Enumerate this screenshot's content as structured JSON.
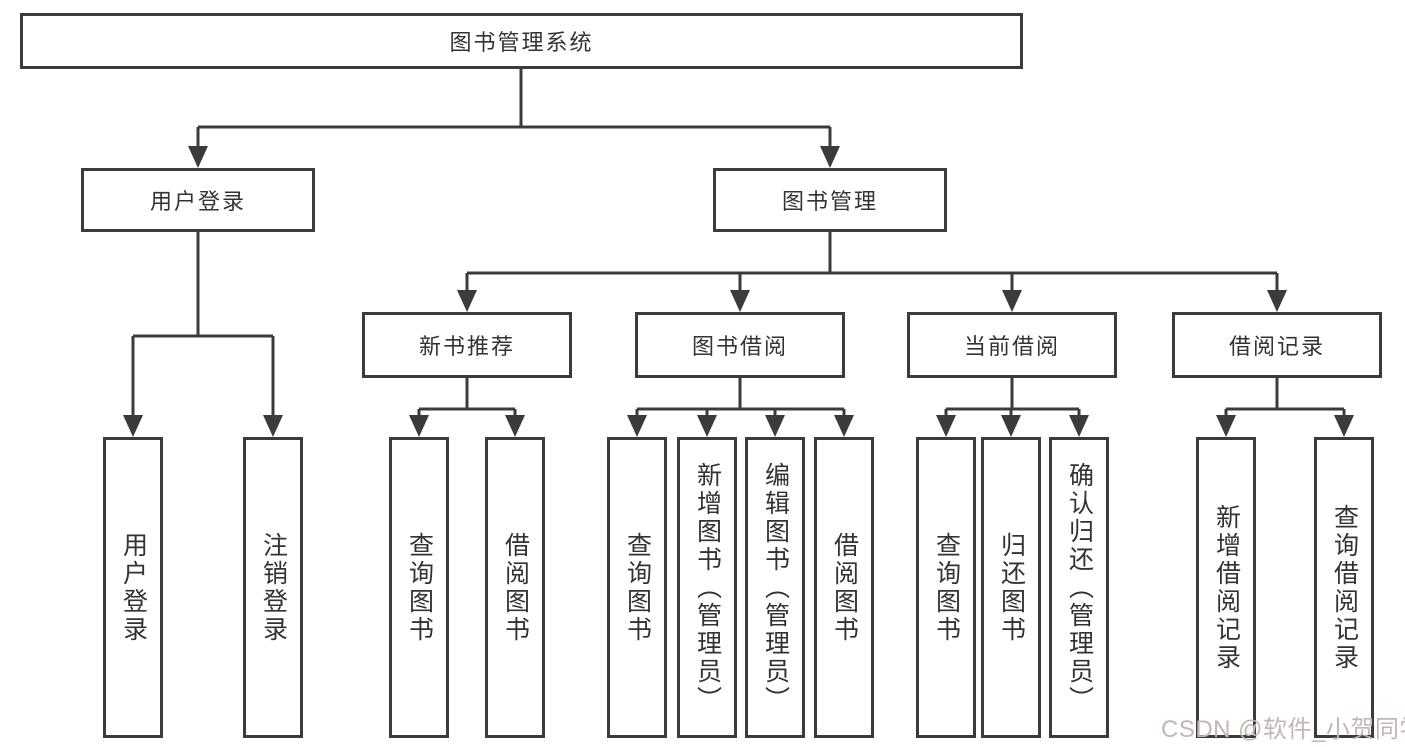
{
  "tree": {
    "root": "图书管理系统",
    "branches": [
      {
        "label": "用户登录",
        "leaves": [
          "用户登录",
          "注销登录"
        ]
      },
      {
        "label": "图书管理",
        "groups": [
          {
            "label": "新书推荐",
            "leaves": [
              "查询图书",
              "借阅图书"
            ]
          },
          {
            "label": "图书借阅",
            "leaves": [
              "查询图书",
              "新增图书（管理员）",
              "编辑图书（管理员）",
              "借阅图书"
            ]
          },
          {
            "label": "当前借阅",
            "leaves": [
              "查询图书",
              "归还图书",
              "确认归还（管理员）"
            ]
          },
          {
            "label": "借阅记录",
            "leaves": [
              "新增借阅记录",
              "查询借阅记录"
            ]
          }
        ]
      }
    ]
  },
  "watermark": {
    "text": "CSDN @软件_小贺同学"
  },
  "colors": {
    "line": "#3b3b3b",
    "border": "#3b3b3b",
    "text": "#333333",
    "watermark": "#c3b5b2",
    "background": "#ffffff"
  }
}
